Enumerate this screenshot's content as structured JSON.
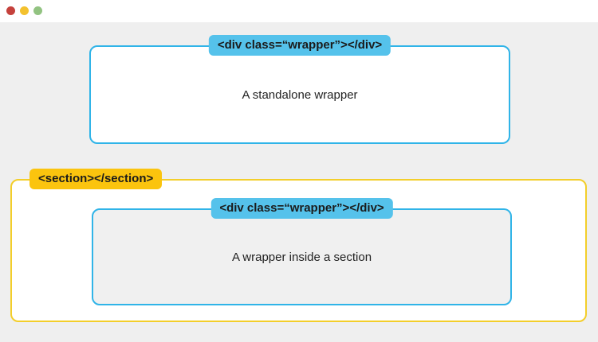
{
  "window": {
    "titlebar": {
      "buttons": [
        {
          "name": "close",
          "color": "#c5413c"
        },
        {
          "name": "minimize",
          "color": "#f3c12e"
        },
        {
          "name": "zoom",
          "color": "#92c381"
        }
      ]
    },
    "background_color": "#efefef"
  },
  "diagram": {
    "standalone": {
      "tag_label": "<div class=“wrapper”></div>",
      "caption": "A standalone wrapper",
      "border_color": "#30b4e8",
      "label_bg": "#55c2eb",
      "fill": "#ffffff"
    },
    "section": {
      "tag_label": "<section></section>",
      "border_color": "#f3ce2a",
      "label_bg": "#fbc40e",
      "fill": "#ffffff",
      "nested": {
        "tag_label": "<div class=“wrapper”></div>",
        "caption": "A wrapper inside a section",
        "border_color": "#30b4e8",
        "label_bg": "#55c2eb",
        "fill": "#f0f0f0"
      }
    }
  }
}
